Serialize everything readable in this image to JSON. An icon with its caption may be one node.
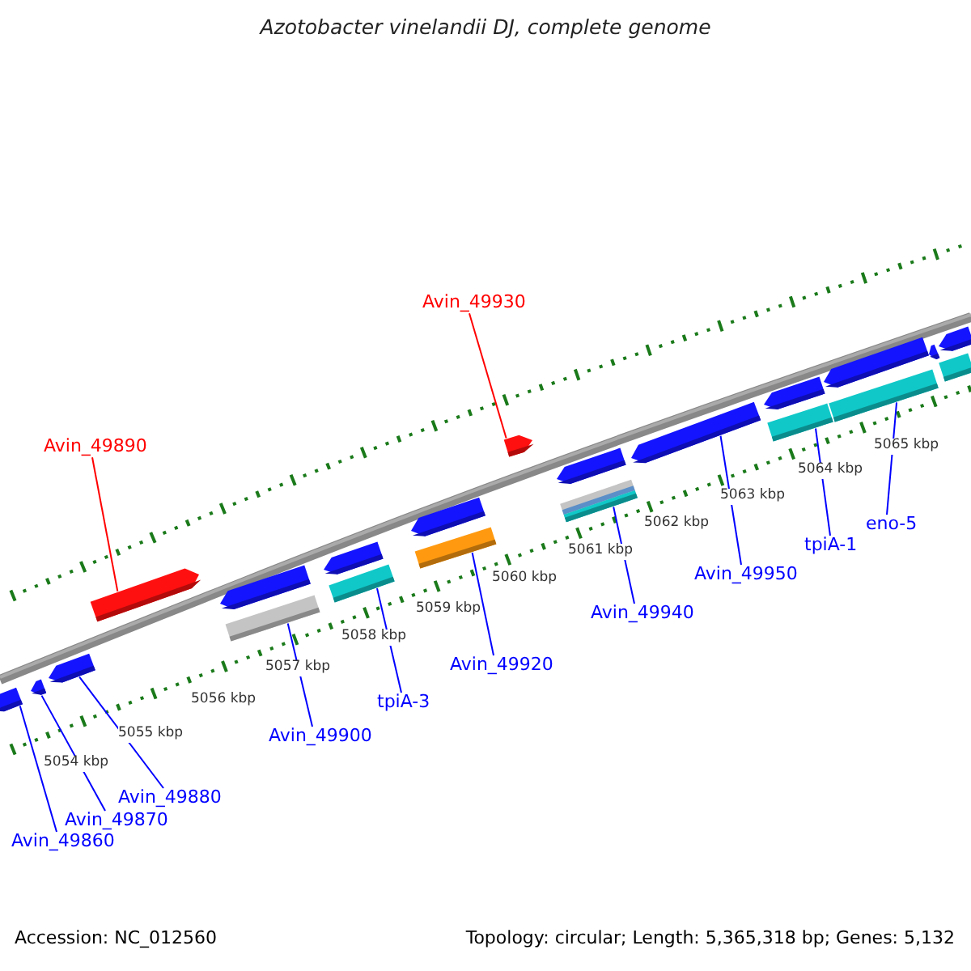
{
  "diagram": {
    "title": "Azotobacter vinelandii DJ, complete genome",
    "nodes": [
      {
        "text": [
          "Avin_49890"
        ]
      },
      {
        "text": [
          "Avin_49930"
        ]
      },
      {
        "text": [
          "Avin_49860"
        ]
      },
      {
        "text": [
          "Avin_49870"
        ]
      },
      {
        "text": [
          "Avin_49880"
        ]
      },
      {
        "text": [
          "Avin_49900"
        ]
      },
      {
        "text": [
          "tpiA-3"
        ]
      },
      {
        "text": [
          "Avin_49920"
        ]
      },
      {
        "text": [
          "Avin_49940"
        ]
      },
      {
        "text": [
          "Avin_49950"
        ]
      },
      {
        "text": [
          "tpiA-1"
        ]
      },
      {
        "text": [
          "eno-5"
        ]
      },
      {
        "text": [],
        "shape": "bar"
      },
      {
        "text": [],
        "shape": "bar"
      },
      {
        "text": [],
        "shape": "bar"
      },
      {
        "text": [],
        "shape": "bar"
      },
      {
        "text": [],
        "shape": "bar"
      },
      {
        "text": [],
        "shape": "bar"
      },
      {
        "text": [],
        "shape": "bar"
      },
      {
        "text": [],
        "shape": "bar"
      },
      {
        "text": [],
        "shape": "bar"
      },
      {
        "text": [],
        "shape": "bar"
      },
      {
        "text": [],
        "shape": "bar"
      },
      {
        "text": [],
        "shape": "bar"
      },
      {
        "text": [],
        "shape": "bar"
      },
      {
        "text": [],
        "shape": "bar"
      },
      {
        "text": [],
        "shape": "bar"
      },
      {
        "text": [],
        "shape": "bar"
      },
      {
        "text": [],
        "shape": "bar"
      },
      {
        "text": [],
        "shape": "bar"
      },
      {
        "text": [],
        "shape": "bar"
      },
      {
        "text": [],
        "shape": "bar"
      },
      {
        "text": [],
        "shape": "bar"
      }
    ],
    "edges": [
      {
        "from": 0,
        "to": 15,
        "arrow": "none",
        "color": "#ff0000"
      },
      {
        "from": 1,
        "to": 22,
        "arrow": "none",
        "color": "#ff0000"
      },
      {
        "from": 2,
        "to": 12,
        "arrow": "none"
      },
      {
        "from": 3,
        "to": 13,
        "arrow": "none"
      },
      {
        "from": 4,
        "to": 14,
        "arrow": "none"
      },
      {
        "from": 5,
        "to": 17,
        "arrow": "none"
      },
      {
        "from": 6,
        "to": 19,
        "arrow": "none"
      },
      {
        "from": 7,
        "to": 21,
        "arrow": "none"
      },
      {
        "from": 8,
        "to": 24,
        "arrow": "none"
      },
      {
        "from": 9,
        "to": 25,
        "arrow": "none"
      },
      {
        "from": 10,
        "to": 27,
        "arrow": "none"
      },
      {
        "from": 11,
        "to": 29,
        "arrow": "none"
      }
    ],
    "labels": [
      "5054 kbp",
      "5055 kbp",
      "5056 kbp",
      "5057 kbp",
      "5058 kbp",
      "5059 kbp",
      "5060 kbp",
      "5061 kbp",
      "5062 kbp",
      "5063 kbp",
      "5064 kbp",
      "5065 kbp",
      "Accession: NC_012560",
      "Topology: circular; Length: 5,365,318 bp; Genes: 5,132"
    ]
  }
}
